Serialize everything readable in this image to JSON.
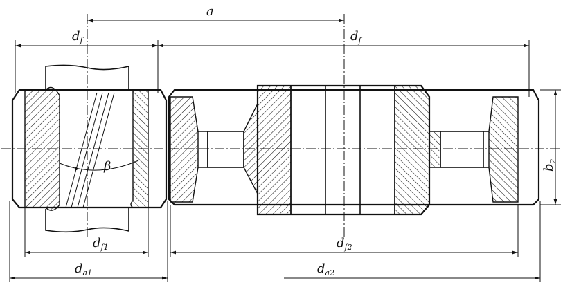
{
  "labels": {
    "a": "a",
    "df1_top_main": "d",
    "df1_top_sub": "f",
    "df2_top_main": "d",
    "df2_top_sub": "f",
    "b2_main": "b",
    "b2_sub": "2",
    "beta": "β",
    "df1_bottom_main": "d",
    "df1_bottom_sub": "f1",
    "df2_bottom_main": "d",
    "df2_bottom_sub": "f2",
    "da1_main": "d",
    "da1_sub": "a1",
    "da2_main": "d",
    "da2_sub": "a2"
  }
}
